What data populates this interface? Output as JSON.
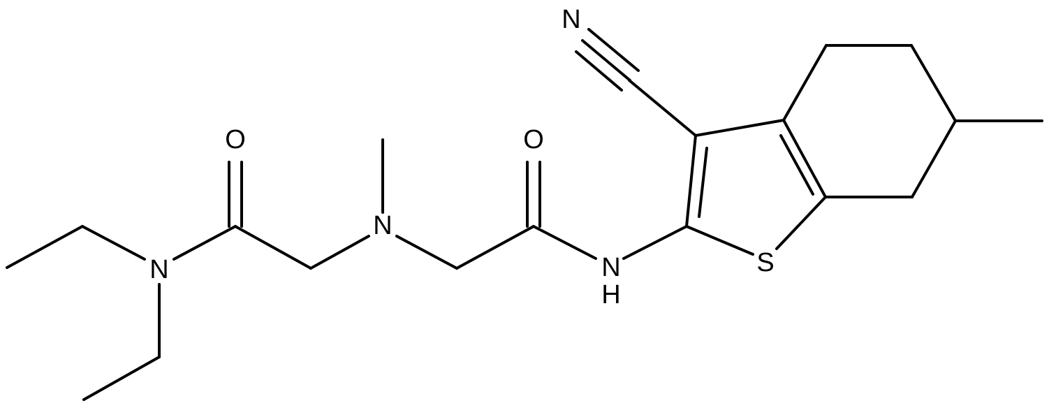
{
  "atoms": {
    "nitrile_n": "N",
    "amide1_o": "O",
    "amide2_o": "O",
    "amine_n": "N",
    "amide1_n": "N",
    "amide2_nh_n": "N",
    "amide2_nh_h": "H",
    "thiophene_s": "S"
  }
}
